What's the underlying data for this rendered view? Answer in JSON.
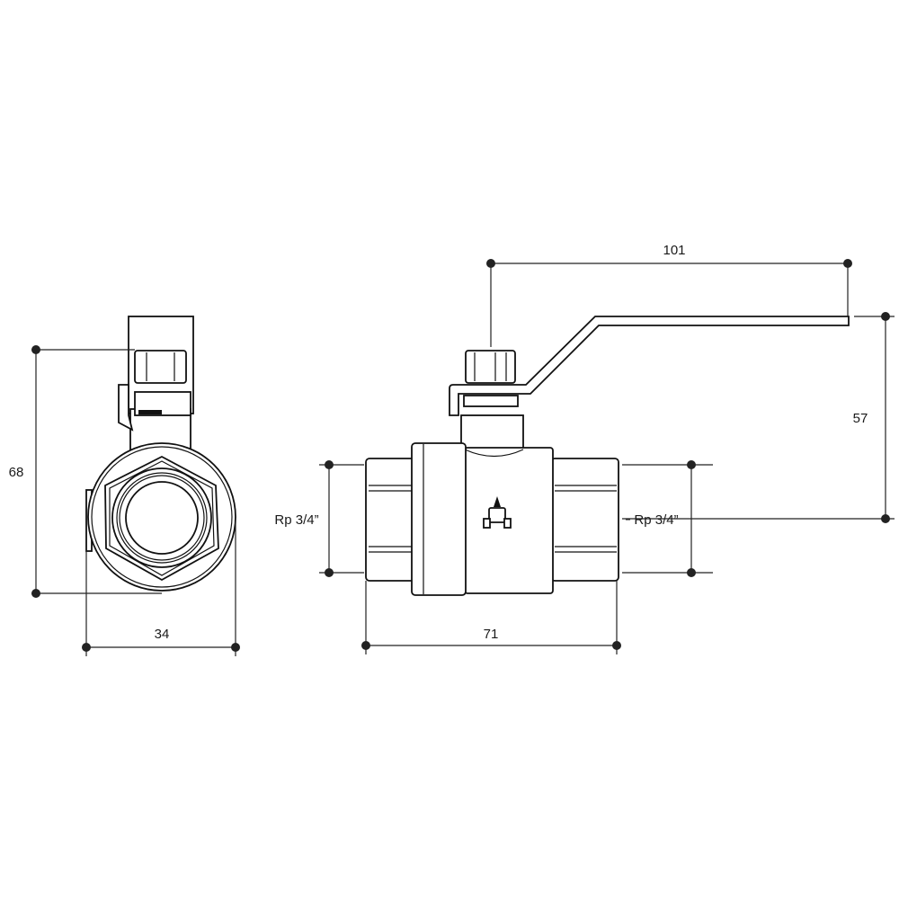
{
  "drawing": {
    "side_view": {
      "height_label": "68",
      "width_label": "34"
    },
    "front_view": {
      "lever_length_label": "101",
      "lever_height_label": "57",
      "thread_left_label": "Rp 3/4”",
      "thread_right_label": "Rp 3/4”",
      "body_length_label": "71"
    }
  }
}
